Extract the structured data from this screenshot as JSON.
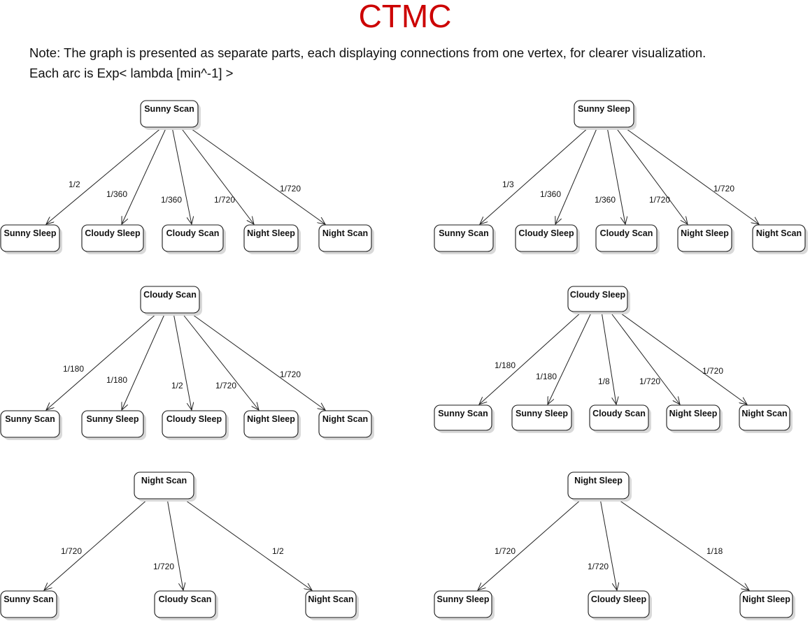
{
  "page": {
    "title": "CTMC",
    "note_line1": "Note: The graph is presented as separate parts, each displaying connections from one vertex, for clearer visualization.",
    "note_line2": "Each arc is Exp< lambda [min^-1] >"
  },
  "diagram": {
    "parts": [
      {
        "source": "Sunny Scan",
        "arcs": [
          {
            "target": "Sunny Sleep",
            "rate": "1/2"
          },
          {
            "target": "Cloudy Sleep",
            "rate": "1/360"
          },
          {
            "target": "Cloudy Scan",
            "rate": "1/360"
          },
          {
            "target": "Night Sleep",
            "rate": "1/720"
          },
          {
            "target": "Night Scan",
            "rate": "1/720"
          }
        ]
      },
      {
        "source": "Sunny Sleep",
        "arcs": [
          {
            "target": "Sunny Scan",
            "rate": "1/3"
          },
          {
            "target": "Cloudy Sleep",
            "rate": "1/360"
          },
          {
            "target": "Cloudy Scan",
            "rate": "1/360"
          },
          {
            "target": "Night Sleep",
            "rate": "1/720"
          },
          {
            "target": "Night Scan",
            "rate": "1/720"
          }
        ]
      },
      {
        "source": "Cloudy Scan",
        "arcs": [
          {
            "target": "Sunny Scan",
            "rate": "1/180"
          },
          {
            "target": "Sunny Sleep",
            "rate": "1/180"
          },
          {
            "target": "Cloudy Sleep",
            "rate": "1/2"
          },
          {
            "target": "Night Sleep",
            "rate": "1/720"
          },
          {
            "target": "Night Scan",
            "rate": "1/720"
          }
        ]
      },
      {
        "source": "Cloudy Sleep",
        "arcs": [
          {
            "target": "Sunny Scan",
            "rate": "1/180"
          },
          {
            "target": "Sunny Sleep",
            "rate": "1/180"
          },
          {
            "target": "Cloudy Scan",
            "rate": "1/8"
          },
          {
            "target": "Night Sleep",
            "rate": "1/720"
          },
          {
            "target": "Night Scan",
            "rate": "1/720"
          }
        ]
      },
      {
        "source": "Night Scan",
        "arcs": [
          {
            "target": "Sunny Scan",
            "rate": "1/720"
          },
          {
            "target": "Cloudy Scan",
            "rate": "1/720"
          },
          {
            "target": "Night Scan",
            "rate": "1/2"
          }
        ]
      },
      {
        "source": "Night Sleep",
        "arcs": [
          {
            "target": "Sunny Sleep",
            "rate": "1/720"
          },
          {
            "target": "Cloudy Sleep",
            "rate": "1/720"
          },
          {
            "target": "Night Sleep",
            "rate": "1/18"
          }
        ]
      }
    ]
  }
}
